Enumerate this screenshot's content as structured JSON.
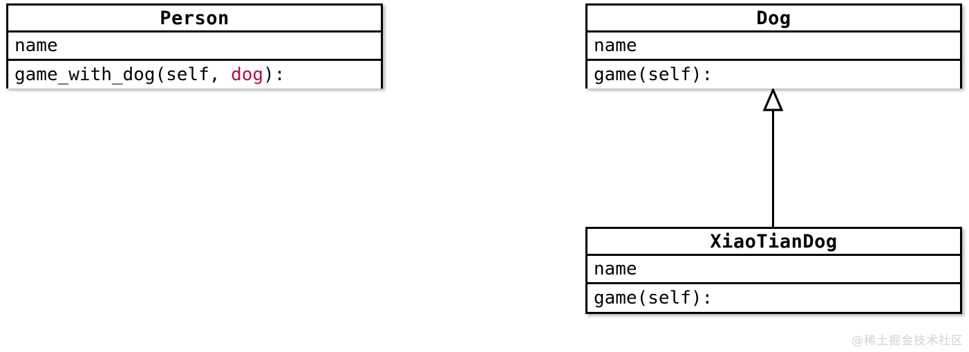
{
  "diagram": {
    "type": "uml-class-diagram",
    "background_color": "#ffffff",
    "border_color": "#000000",
    "text_color": "#000000",
    "highlight_color": "#b01040"
  },
  "classes": [
    {
      "id": "person",
      "name": "Person",
      "attributes": "name",
      "method_prefix": "game_with_dog(self, ",
      "method_param": "dog",
      "method_suffix": "):",
      "method_full": "game_with_dog(self, dog):"
    },
    {
      "id": "dog",
      "name": "Dog",
      "attributes": "name",
      "method_full": "game(self):"
    },
    {
      "id": "xiaotiandog",
      "name": "XiaoTianDog",
      "attributes": "name",
      "method_full": "game(self):"
    }
  ],
  "relationships": [
    {
      "kind": "generalization",
      "label": "",
      "from": "XiaoTianDog",
      "to": "Dog",
      "arrow_style": "hollow-triangle"
    }
  ],
  "watermark": {
    "text": "@稀土掘金技术社区"
  }
}
